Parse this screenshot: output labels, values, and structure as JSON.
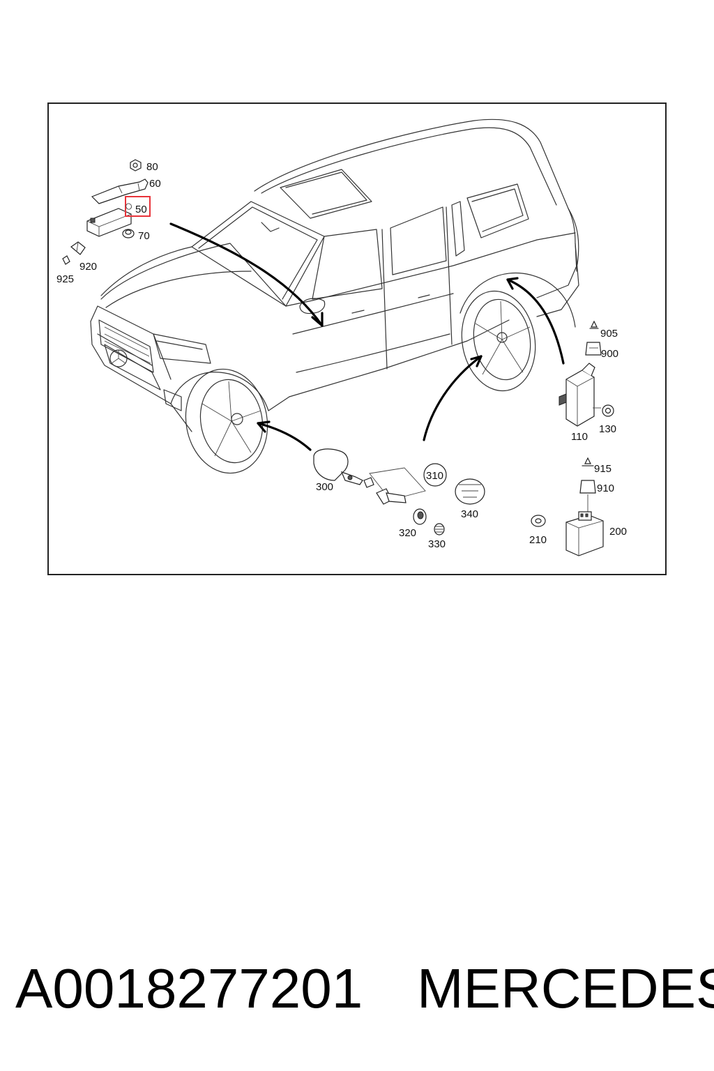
{
  "colors": {
    "highlight": "#e8333a",
    "line": "#333333",
    "background": "#ffffff"
  },
  "callouts": {
    "c80": "80",
    "c60": "60",
    "c50": "50",
    "c70": "70",
    "c920": "920",
    "c925": "925",
    "c905": "905",
    "c900": "900",
    "c110": "110",
    "c130": "130",
    "c300": "300",
    "c310": "310",
    "c320": "320",
    "c330": "330",
    "c340": "340",
    "c915": "915",
    "c910": "910",
    "c200": "200",
    "c210": "210"
  },
  "highlighted_callout": "50",
  "footer": {
    "part_number": "A0018277201",
    "brand": "MERCEDES"
  }
}
